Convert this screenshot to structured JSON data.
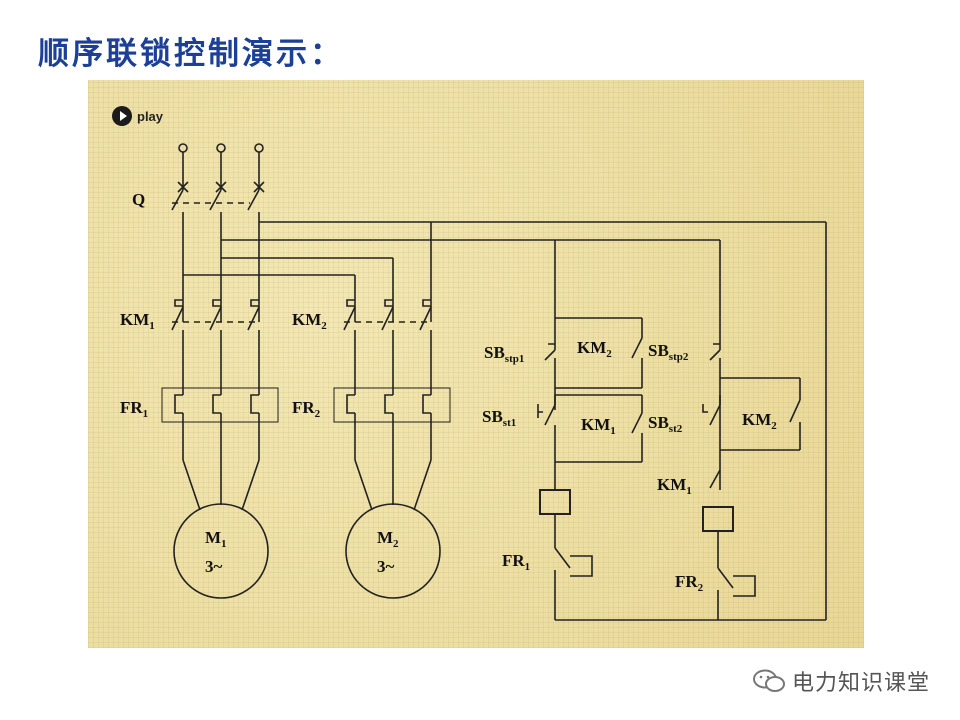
{
  "title": "顺序联锁控制演示：",
  "play_label": "play",
  "watermark": "电力知识课堂",
  "labels": {
    "q": "Q",
    "km1": {
      "base": "KM",
      "sub": "1"
    },
    "km2": {
      "base": "KM",
      "sub": "2"
    },
    "fr1": {
      "base": "FR",
      "sub": "1"
    },
    "fr2": {
      "base": "FR",
      "sub": "2"
    },
    "m1": {
      "base": "M",
      "sub": "1",
      "phase": "3~"
    },
    "m2": {
      "base": "M",
      "sub": "2",
      "phase": "3~"
    },
    "sbstp1": {
      "base": "SB",
      "sub": "stp1"
    },
    "sbstp2": {
      "base": "SB",
      "sub": "stp2"
    },
    "sbst1": {
      "base": "SB",
      "sub": "st1"
    },
    "sbst2": {
      "base": "SB",
      "sub": "st2"
    },
    "ctrl_km2_interlock": {
      "base": "KM",
      "sub": "2"
    },
    "ctrl_km1_hold": {
      "base": "KM",
      "sub": "1"
    },
    "ctrl_km2_hold": {
      "base": "KM",
      "sub": "2"
    },
    "ctrl_km1_seq": {
      "base": "KM",
      "sub": "1"
    },
    "ctrl_fr1": {
      "base": "FR",
      "sub": "1"
    },
    "ctrl_fr2": {
      "base": "FR",
      "sub": "2"
    }
  },
  "colors": {
    "title": "#1c3f97",
    "board": "#efe2a8",
    "wire": "#222222"
  }
}
